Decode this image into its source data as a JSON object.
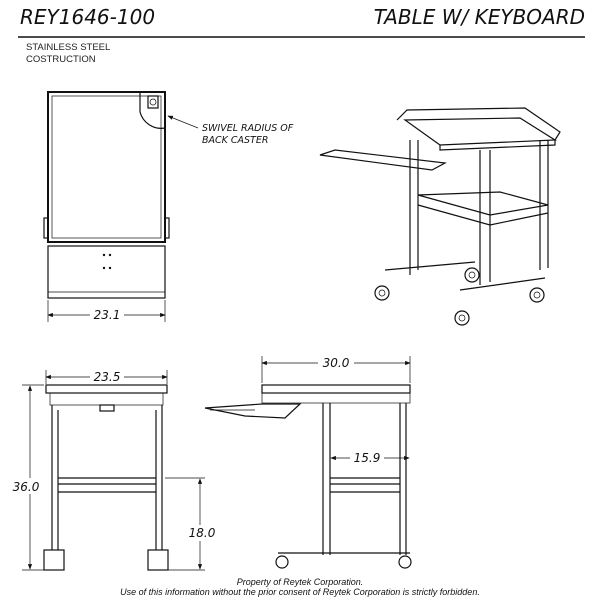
{
  "header": {
    "part_number": "REY1646-100",
    "title": "TABLE W/ KEYBOARD",
    "material_line1": "STAINLESS STEEL",
    "material_line2": "COSTRUCTION"
  },
  "callout": {
    "line1": "SWIVEL RADIUS OF",
    "line2": "BACK CASTER"
  },
  "dimensions": {
    "top_width": "23.1",
    "front_width": "23.5",
    "height": "36.0",
    "shelf_height": "18.0",
    "side_width": "30.0",
    "keyboard_offset": "15.9"
  },
  "footer": {
    "line1": "Property of Reytek Corporation.",
    "line2": "Use of this information without the prior consent of Reytek Corporation is strictly forbidden."
  }
}
